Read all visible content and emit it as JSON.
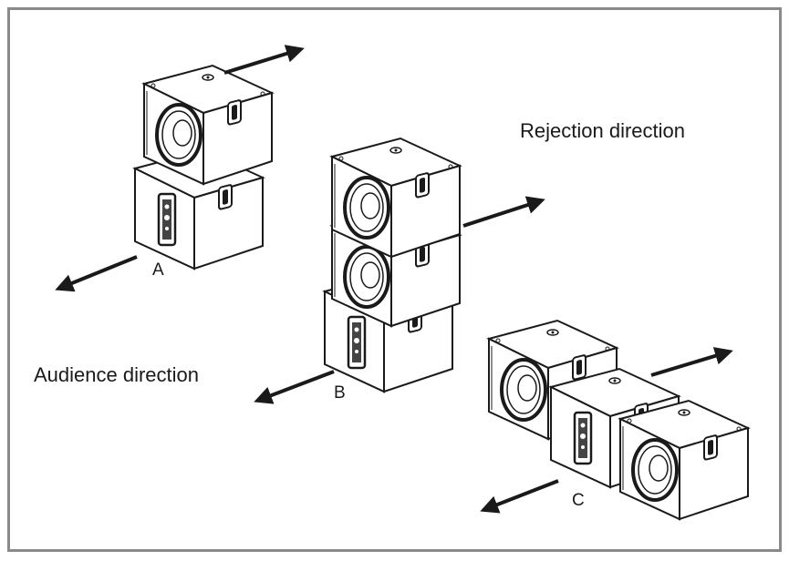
{
  "labels": {
    "rejection": "Rejection direction",
    "audience": "Audience direction",
    "a": "A",
    "b": "B",
    "c": "C"
  },
  "colors": {
    "line": "#1a1a1a",
    "frame": "#8a8a8a",
    "fill": "#ffffff"
  }
}
